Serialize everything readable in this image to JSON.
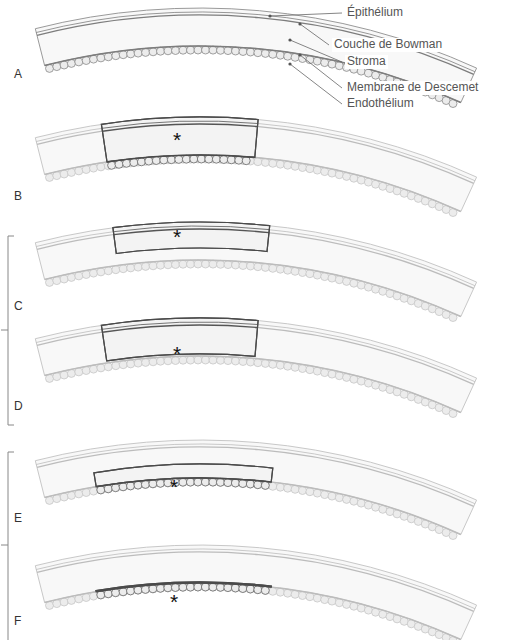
{
  "diagram": {
    "labels": [
      "Épithélium",
      "Couche de Bowman",
      "Stroma",
      "Membrane de Descemet",
      "Endothélium",
      "A",
      "B",
      "C",
      "D",
      "E",
      "F",
      "*",
      "*",
      "*",
      "*",
      "*"
    ]
  }
}
